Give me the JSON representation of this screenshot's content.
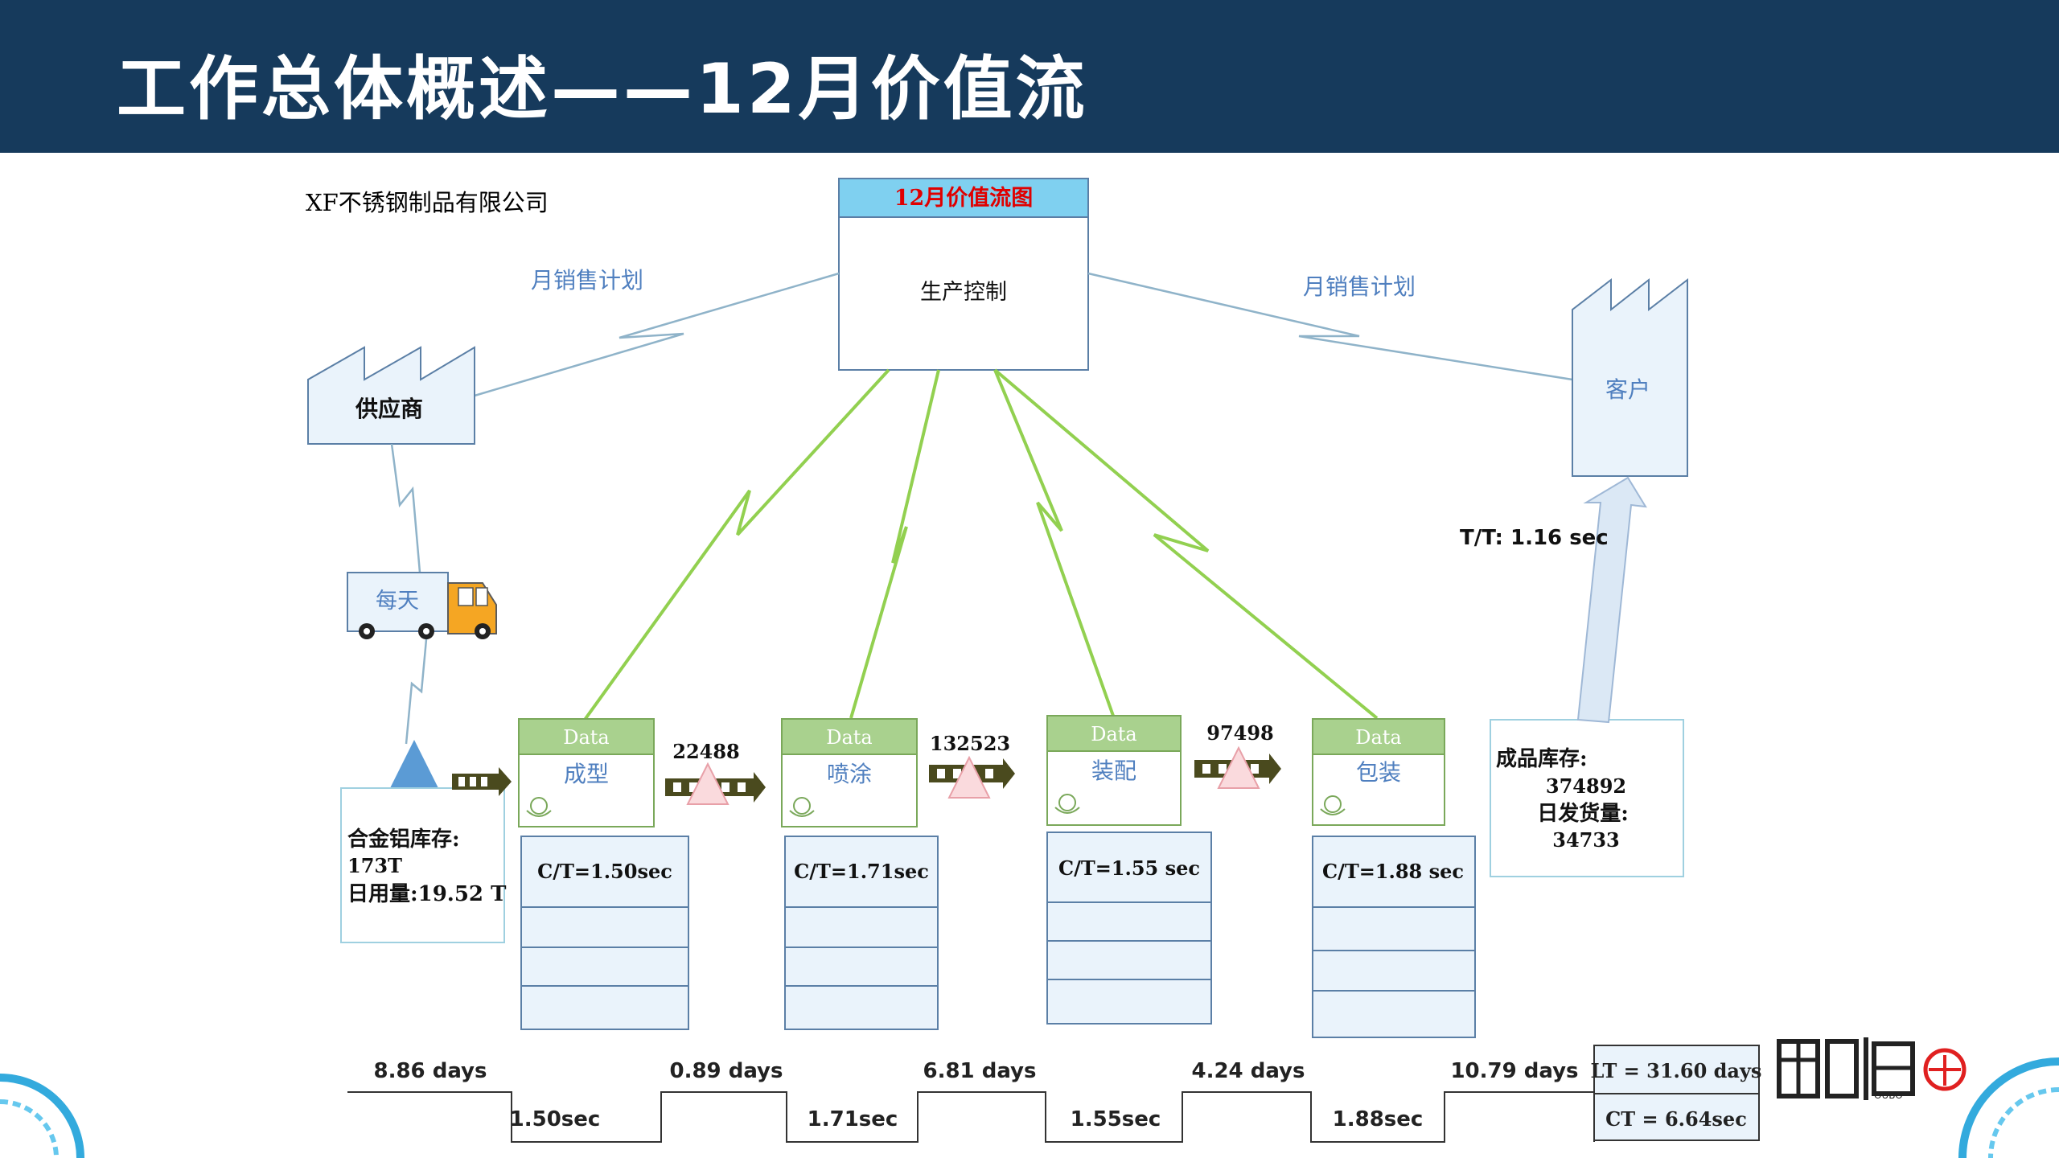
{
  "slide": {
    "title": "工作总体概述——12月价值流"
  },
  "company": {
    "name": "XF不锈钢制品有限公司"
  },
  "control": {
    "header": "12月价值流图",
    "label": "生产控制"
  },
  "supplier": {
    "label": "供应商"
  },
  "customer": {
    "label": "客户"
  },
  "flows": {
    "left_label": "月销售计划",
    "right_label": "月销售计划"
  },
  "truck": {
    "label": "每天"
  },
  "takt": {
    "label": "T/T: 1.16 sec"
  },
  "raw_inventory": {
    "line1": "合金铝库存:",
    "line2": "173T",
    "line3": "日用量:19.52 T"
  },
  "finished_inventory": {
    "line1": "成品库存:",
    "line2": "374892",
    "line3": "日发货量:",
    "line4": "34733"
  },
  "processes": [
    {
      "header": "Data",
      "name": "成型",
      "ct": "C/T=1.50sec"
    },
    {
      "header": "Data",
      "name": "喷涂",
      "ct": "C/T=1.71sec"
    },
    {
      "header": "Data",
      "name": "装配",
      "ct": "C/T=1.55 sec"
    },
    {
      "header": "Data",
      "name": "包装",
      "ct": "C/T=1.88 sec"
    }
  ],
  "wip": [
    "22488",
    "132523",
    "97498"
  ],
  "timeline": {
    "days": [
      "8.86 days",
      "0.89 days",
      "6.81 days",
      "4.24 days",
      "10.79 days"
    ],
    "secs": [
      "1.50sec",
      "1.71sec",
      "1.55sec",
      "1.88sec"
    ],
    "lt": "LT = 31.60 days",
    "ct": "CT = 6.64sec"
  },
  "logo": {
    "text": "OUBO"
  },
  "colors": {
    "header_bg": "#163a5c",
    "process_header": "#a9d18e",
    "process_text": "#4f7fbf",
    "box_fill": "#eaf3fb",
    "box_stroke": "#5b7fa6",
    "signal_green": "#92d050",
    "control_header": "#7fd0f0",
    "control_header_text": "#e00000"
  }
}
